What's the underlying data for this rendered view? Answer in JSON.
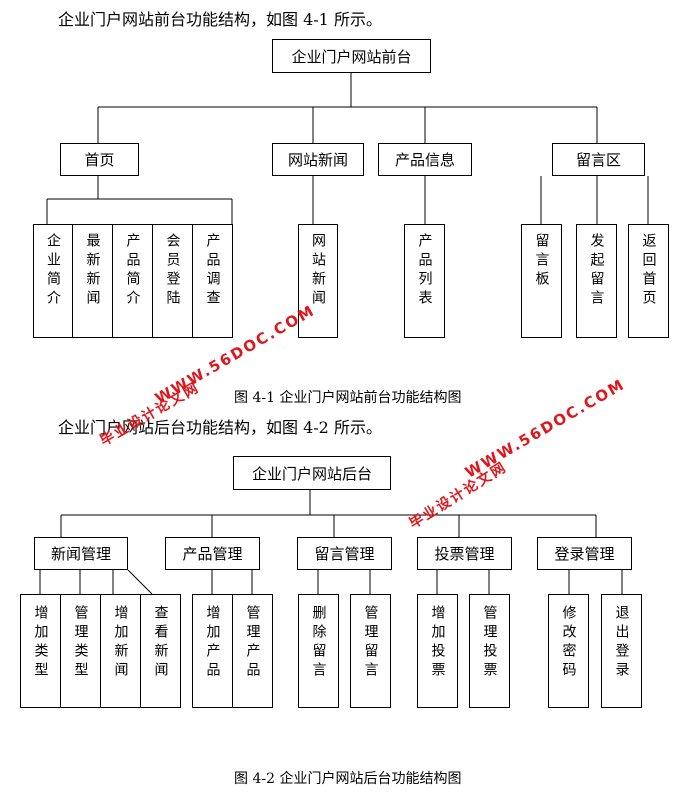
{
  "intro1": "企业门户网站前台功能结构，如图 4-1 所示。",
  "intro2": "企业门户网站后台功能结构，如图 4-2 所示。",
  "caption1": "图 4-1  企业门户网站前台功能结构图",
  "caption2": "图 4-2  企业门户网站后台功能结构图",
  "front": {
    "root": "企业门户网站前台",
    "l1": [
      "首页",
      "网站新闻",
      "产品信息",
      "留言区"
    ],
    "leaves": [
      "企业简介",
      "最新新闻",
      "产品简介",
      "会员登陆",
      "产品调查",
      "网站新闻",
      "产品列表",
      "留言板",
      "发起留言",
      "返回首页"
    ]
  },
  "back": {
    "root": "企业门户网站后台",
    "l1": [
      "新闻管理",
      "产品管理",
      "留言管理",
      "投票管理",
      "登录管理"
    ],
    "leaves": [
      "增加类型",
      "管理类型",
      "增加新闻",
      "查看新闻",
      "增加产品",
      "管理产品",
      "删除留言",
      "管理留言",
      "增加投票",
      "管理投票",
      "修改密码",
      "退出登录"
    ]
  },
  "watermarks": [
    "毕业设计论文网",
    "WWW.56DOC.COM"
  ]
}
